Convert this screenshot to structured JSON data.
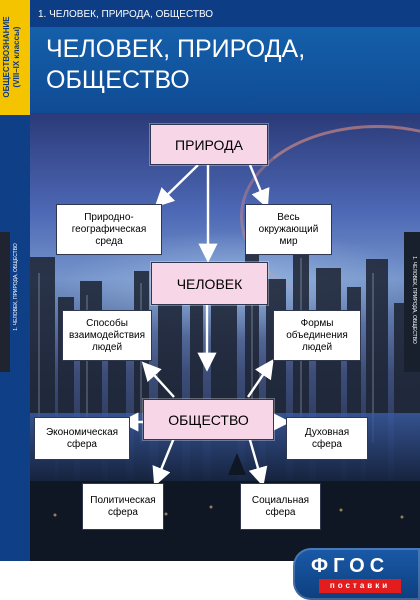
{
  "sidebar": {
    "course_line1": "ОБЩЕСТВОЗНАНИЕ",
    "course_line2": "(VIII–IX классы)",
    "vertical_label_left": "1. ЧЕЛОВЕК, ПРИРОДА, ОБЩЕСТВО",
    "vertical_label_right": "1. ЧЕЛОВЕК, ПРИРОДА, ОБЩЕСТВО"
  },
  "header": {
    "section_label": "1. ЧЕЛОВЕК, ПРИРОДА, ОБЩЕСТВО",
    "title_line1": "ЧЕЛОВЕК, ПРИРОДА,",
    "title_line2": "ОБЩЕСТВО"
  },
  "diagram": {
    "priroda": "ПРИРОДА",
    "chelovek": "ЧЕЛОВЕК",
    "obshchestvo": "ОБЩЕСТВО",
    "geo_line1": "Природно-",
    "geo_line2": "географическая",
    "geo_line3": "среда",
    "world_line1": "Весь",
    "world_line2": "окружающий",
    "world_line3": "мир",
    "ways_line1": "Способы",
    "ways_line2": "взаимодействия",
    "ways_line3": "людей",
    "forms_line1": "Формы",
    "forms_line2": "объединения",
    "forms_line3": "людей",
    "econ_line1": "Экономическая",
    "econ_line2": "сфера",
    "spirit_line1": "Духовная",
    "spirit_line2": "сфера",
    "polit_line1": "Политическая",
    "polit_line2": "сфера",
    "social_line1": "Социальная",
    "social_line2": "сфера"
  },
  "logo": {
    "top": "ФГОС",
    "bottom": "поставки"
  },
  "colors": {
    "sidebar_blue": "#0f3f86",
    "tab_yellow": "#f4c400",
    "main_box_pink": "#f7d6e7",
    "logo_red": "#e31d1d"
  }
}
